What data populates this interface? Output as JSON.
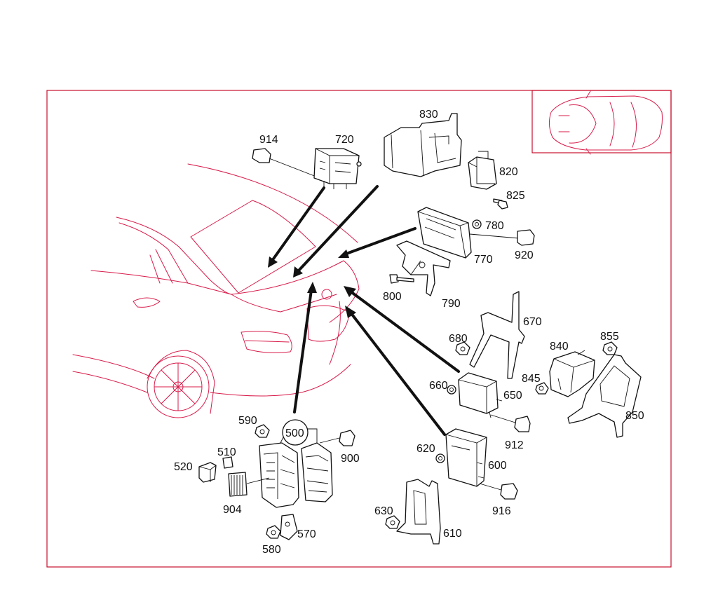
{
  "colors": {
    "frame": "#c8102e",
    "car_lines": "#d81b4a",
    "ink": "#111111"
  },
  "labels": {
    "p500": "500",
    "p510": "510",
    "p520": "520",
    "p570": "570",
    "p580": "580",
    "p590": "590",
    "p600": "600",
    "p610": "610",
    "p620": "620",
    "p630": "630",
    "p650": "650",
    "p660": "660",
    "p670": "670",
    "p680": "680",
    "p720": "720",
    "p770": "770",
    "p780": "780",
    "p790": "790",
    "p800": "800",
    "p820": "820",
    "p825": "825",
    "p830": "830",
    "p840": "840",
    "p845": "845",
    "p850": "850",
    "p855": "855",
    "p900": "900",
    "p904": "904",
    "p912": "912",
    "p914": "914",
    "p916": "916",
    "p920": "920"
  }
}
